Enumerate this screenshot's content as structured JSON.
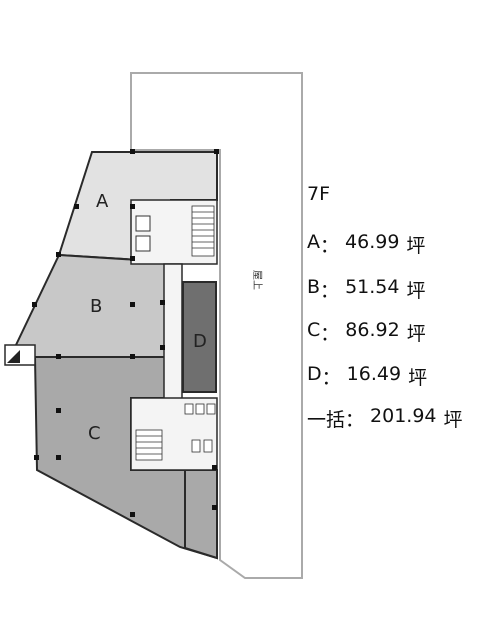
{
  "floor": "7F",
  "units": [
    {
      "letter": "A",
      "sep": "：",
      "value": "46.99",
      "unit": "坪"
    },
    {
      "letter": "B",
      "sep": "：",
      "value": "51.54",
      "unit": "坪"
    },
    {
      "letter": "C",
      "sep": "：",
      "value": "86.92",
      "unit": "坪"
    },
    {
      "letter": "D",
      "sep": "：",
      "value": "16.49",
      "unit": "坪"
    }
  ],
  "total": {
    "label": "一括",
    "sep": "：",
    "value": "201.94",
    "unit": "坪"
  },
  "plan": {
    "room_labels": {
      "a": "A",
      "b": "B",
      "c": "C",
      "d": "D"
    },
    "roof_label": "屋上",
    "colors": {
      "room_a": "#e2e2e2",
      "room_b": "#c8c8c8",
      "room_c": "#a9a9a9",
      "room_d": "#6f6f6f",
      "core": "#f4f4f4",
      "wall": "#2a2a2a",
      "roof_outline": "#aaaaaa"
    }
  }
}
